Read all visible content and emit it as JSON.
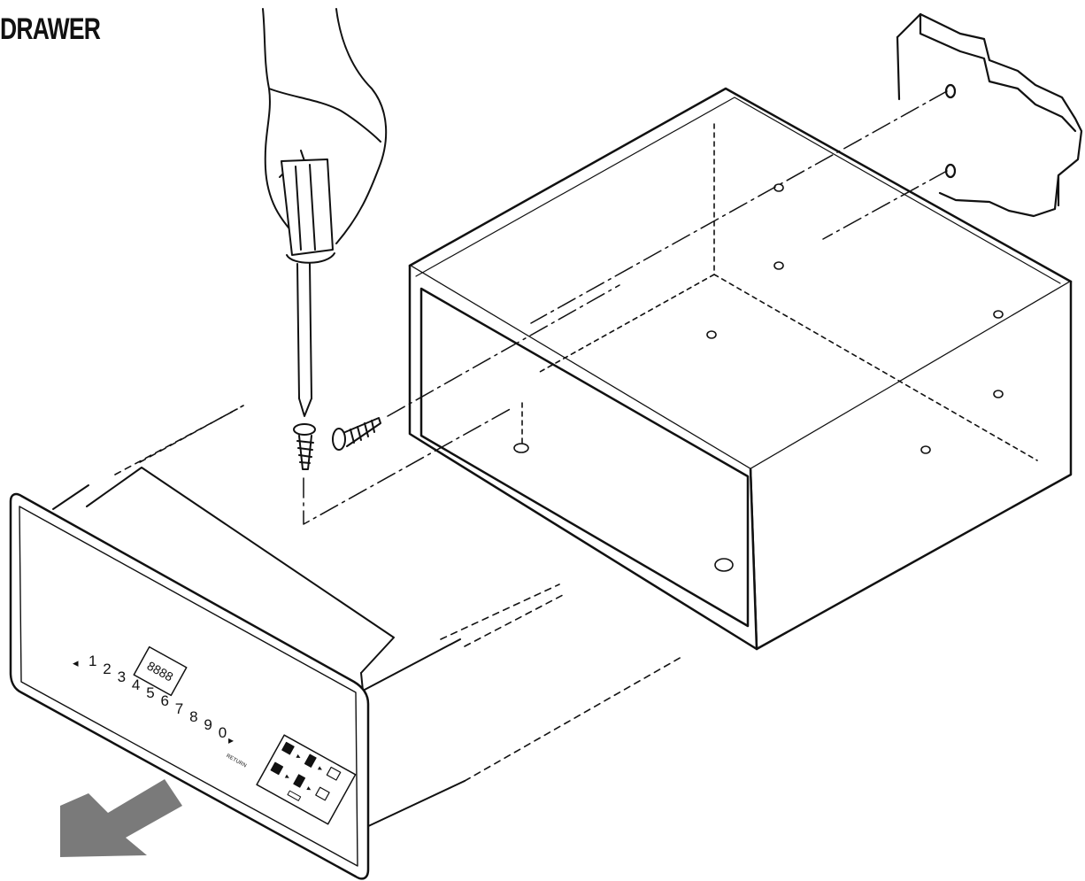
{
  "title": "DRAWER",
  "keypad": {
    "display": "8888",
    "digits": [
      "1",
      "2",
      "3",
      "4",
      "5",
      "6",
      "7",
      "8",
      "9",
      "0"
    ],
    "return_label": "RETURN",
    "icons": [
      "lock-icon",
      "key-icon",
      "unlock-icon",
      "book-icon",
      "door-icon"
    ]
  },
  "arrow": {
    "direction": "out-left",
    "color": "#7a7a7a"
  },
  "colors": {
    "line": "#111111",
    "arrow_fill": "#7a7a7a",
    "background": "#ffffff"
  }
}
